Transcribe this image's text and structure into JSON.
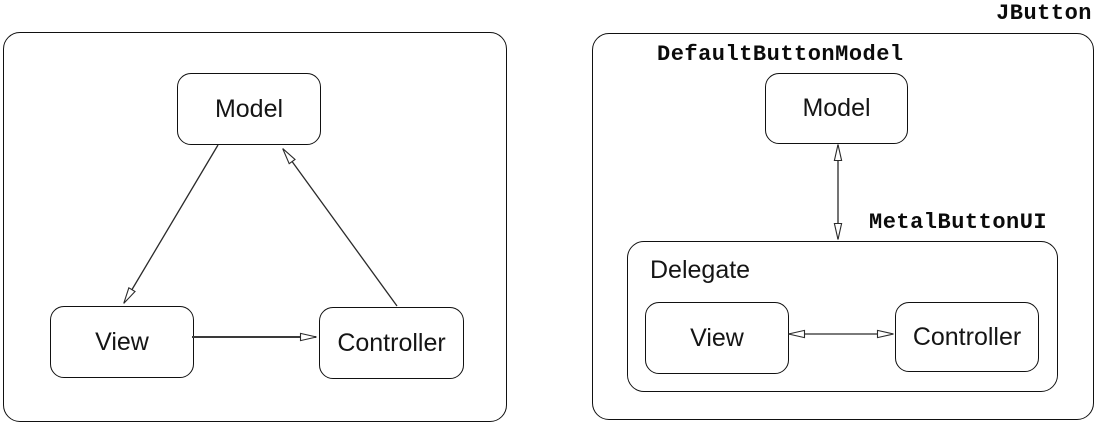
{
  "left_diagram": {
    "model_label": "Model",
    "view_label": "View",
    "controller_label": "Controller"
  },
  "right_diagram": {
    "title": "JButton",
    "model_class_label": "DefaultButtonModel",
    "ui_class_label": "MetalButtonUI",
    "delegate_label": "Delegate",
    "model_label": "Model",
    "view_label": "View",
    "controller_label": "Controller"
  },
  "colors": {
    "line": "#2a2a2a",
    "border": "#111111",
    "background": "#ffffff"
  }
}
